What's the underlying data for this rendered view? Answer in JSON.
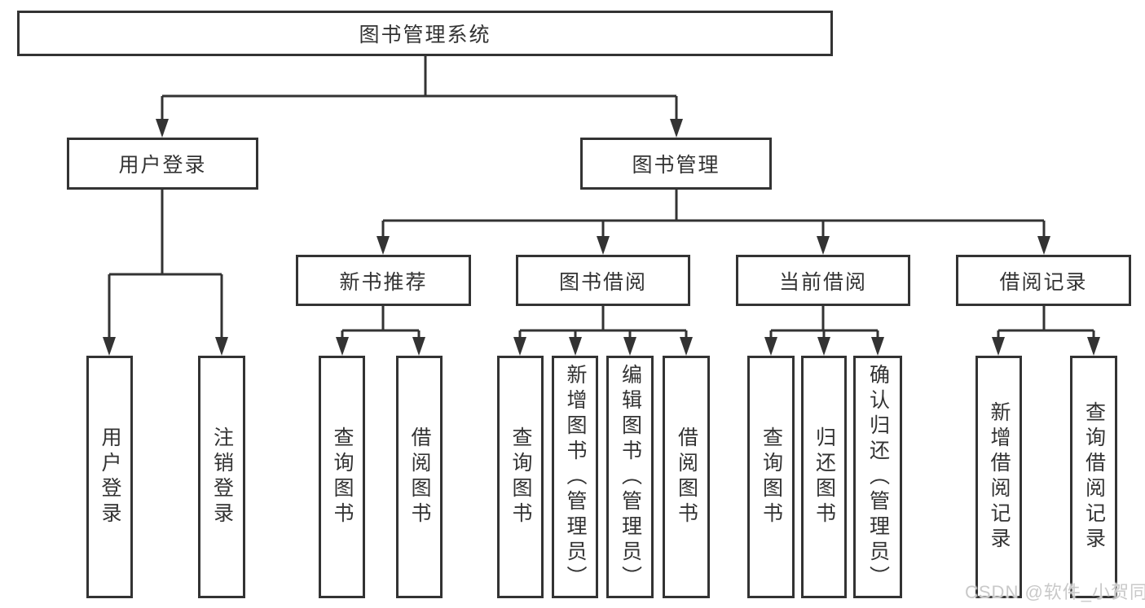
{
  "nodes": {
    "root": "图书管理系统",
    "user_login": "用户登录",
    "book_mgmt": "图书管理",
    "new_book_rec": "新书推荐",
    "book_borrow": "图书借阅",
    "current_borrow": "当前借阅",
    "borrow_records": "借阅记录",
    "leaf_user_login": "用户登录",
    "leaf_logout": "注销登录",
    "leaf_rec_query_books": "查询图书",
    "leaf_rec_borrow_books": "借阅图书",
    "leaf_bb_query_books": "查询图书",
    "leaf_bb_add_books": "新增图书（管理员）",
    "leaf_bb_edit_books": "编辑图书（管理员）",
    "leaf_bb_borrow_books": "借阅图书",
    "leaf_cb_query_books": "查询图书",
    "leaf_cb_return_books": "归还图书",
    "leaf_cb_confirm_return": "确认归还（管理员）",
    "leaf_br_add_record": "新增借阅记录",
    "leaf_br_query_record": "查询借阅记录"
  },
  "watermark": "CSDN @软件_小贺同学",
  "colors": {
    "line": "#333333",
    "text": "#333333",
    "background": "#ffffff",
    "watermark": "#c9c9c9"
  }
}
